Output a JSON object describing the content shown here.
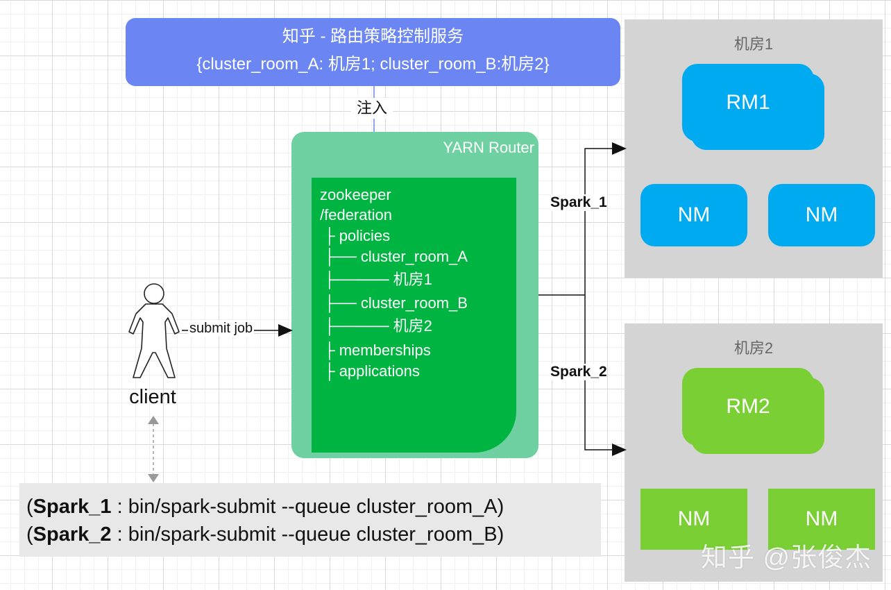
{
  "policy_service": {
    "title": "知乎 -  路由策略控制服务",
    "mapping": "{cluster_room_A: 机房1; cluster_room_B:机房2}"
  },
  "inject_label": "注入",
  "yarn_router": {
    "label": "YARN Router",
    "zk_tree": [
      "zookeeper",
      "/federation",
      "├ policies",
      "├── cluster_room_A",
      "├───── 机房1",
      "├── cluster_room_B",
      "├───── 机房2",
      "├ memberships",
      "├ applications"
    ]
  },
  "client": {
    "label": "client",
    "submit_label": "submit job"
  },
  "spark_labels": {
    "spark_1": "Spark_1",
    "spark_2": "Spark_2"
  },
  "room1": {
    "title": "机房1",
    "rm": "RM1",
    "nm_left": "NM",
    "nm_right": "NM",
    "color": "#00aaf0"
  },
  "room2": {
    "title": "机房2",
    "rm": "RM2",
    "nm_left": "NM",
    "nm_right": "NM",
    "color": "#79cf33"
  },
  "commands": {
    "line1_name": "Spark_1",
    "line1_rest": " : bin/spark-submit --queue cluster_room_A)",
    "line2_name": "Spark_2",
    "line2_rest": " : bin/spark-submit --queue cluster_room_B)",
    "open_paren": "("
  },
  "watermark": "知乎 @张俊杰"
}
